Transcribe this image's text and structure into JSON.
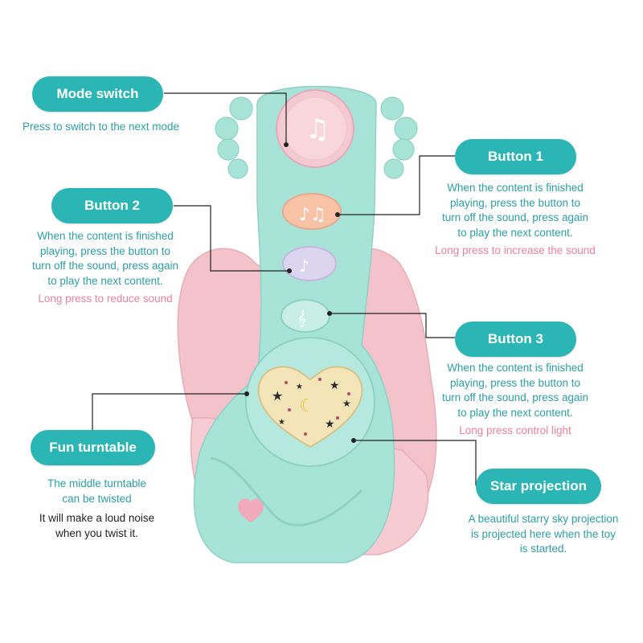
{
  "colors": {
    "teal": "#2bb6b5",
    "teal_text": "#2a9fa6",
    "pink_text": "#f07f9c",
    "toy_mint": "#a8e3d8",
    "toy_pink": "#f4c2cb"
  },
  "callouts": {
    "mode_switch": {
      "title": "Mode switch",
      "desc": "Press to switch to the next mode"
    },
    "button1": {
      "title": "Button 1",
      "lines": [
        "When the content is finished",
        "playing, press the button to",
        "turn off the sound, press again",
        "to play the next content."
      ],
      "note": "Long press to increase the sound"
    },
    "button2": {
      "title": "Button 2",
      "lines": [
        "When the content is finished",
        "playing, press the button to",
        "turn off the sound, press again",
        "to play the next content."
      ],
      "note": "Long press to reduce sound"
    },
    "button3": {
      "title": "Button 3",
      "lines": [
        "When the content is finished",
        "playing, press the button to",
        "turn off the sound, press again",
        "to play the next content."
      ],
      "note": "Long press control light"
    },
    "turntable": {
      "title": "Fun turntable",
      "lines": [
        "The middle turntable",
        "can be twisted"
      ],
      "extra": [
        "It will make a loud noise",
        "when you twist it."
      ]
    },
    "star_projection": {
      "title": "Star projection",
      "lines": [
        "A beautiful starry sky projection",
        "is projected here when the toy",
        "is started."
      ]
    }
  }
}
